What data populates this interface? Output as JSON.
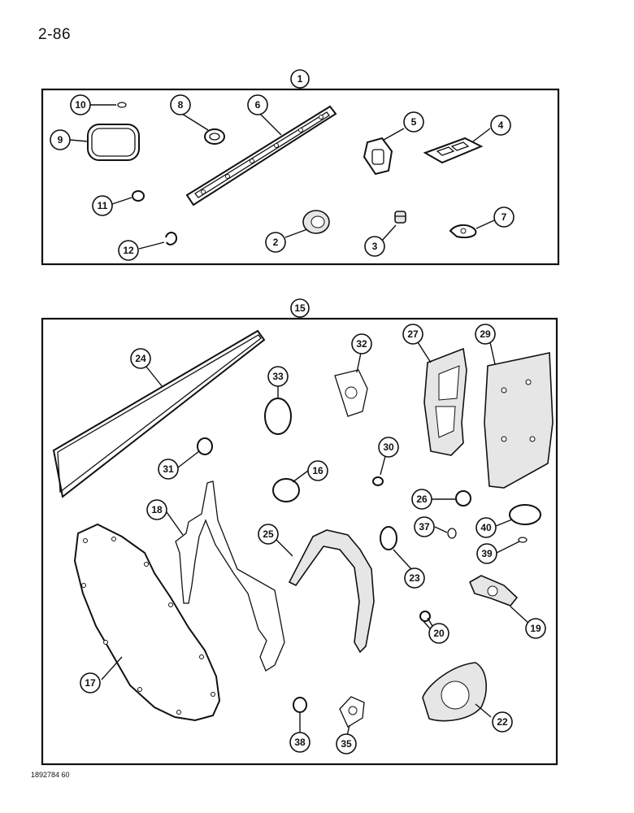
{
  "page": {
    "number": "2-86",
    "footer_code": "1892784 60"
  },
  "groups": [
    {
      "id": "group-1",
      "label": "1"
    },
    {
      "id": "group-15",
      "label": "15"
    }
  ],
  "callouts": {
    "c1": "1",
    "c2": "2",
    "c3": "3",
    "c4": "4",
    "c5": "5",
    "c6": "6",
    "c7": "7",
    "c8": "8",
    "c9": "9",
    "c10": "10",
    "c11": "11",
    "c12": "12",
    "c15": "15",
    "c16": "16",
    "c17": "17",
    "c18": "18",
    "c19": "19",
    "c20": "20",
    "c22": "22",
    "c23": "23",
    "c24": "24",
    "c25": "25",
    "c26": "26",
    "c27": "27",
    "c29": "29",
    "c30": "30",
    "c31": "31",
    "c32": "32",
    "c33": "33",
    "c35": "35",
    "c37": "37",
    "c38": "38",
    "c39": "39",
    "c40": "40"
  }
}
